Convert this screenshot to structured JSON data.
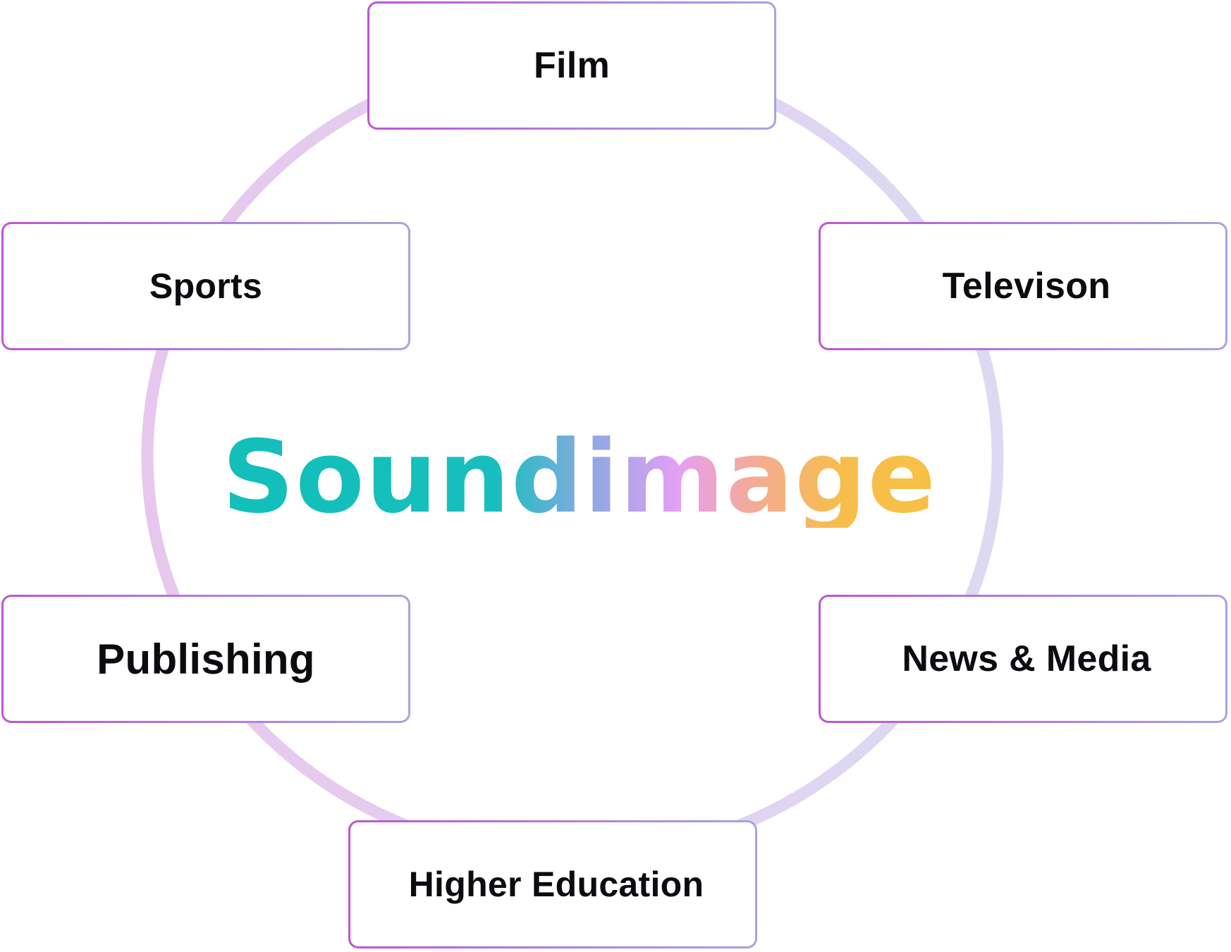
{
  "brand": {
    "name": "Soundimage"
  },
  "nodes": {
    "film": "Film",
    "sports": "Sports",
    "television": "Televison",
    "publishing": "Publishing",
    "news_media": "News & Media",
    "higher_education": "Higher Education"
  },
  "colors": {
    "ring_left": "#e8c7ee",
    "ring_right": "#dcdaf3",
    "node_border_left": "#bc55d4",
    "node_border_right": "#a8a2e4",
    "brand_gradient": [
      "#12bfb9",
      "#8fa8e4",
      "#e69ff5",
      "#f3a99f",
      "#f7c144"
    ],
    "label_text": "#0c0c10"
  }
}
